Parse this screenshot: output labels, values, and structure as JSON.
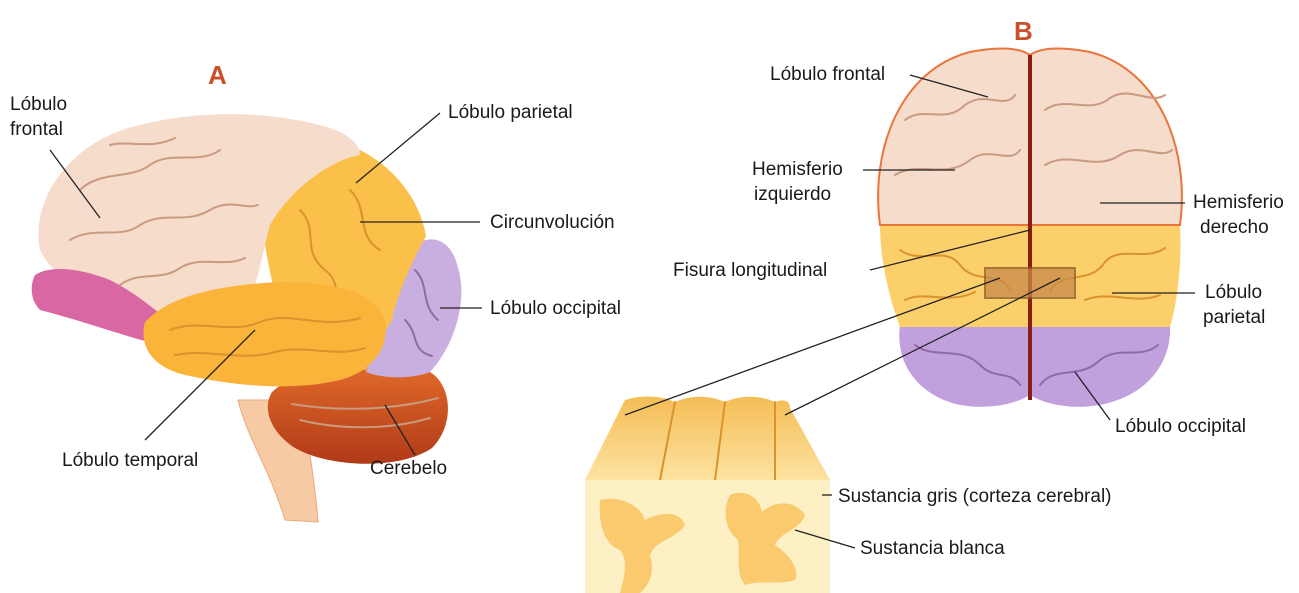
{
  "panels": {
    "a_letter": "A",
    "b_letter": "B"
  },
  "labels_a": {
    "frontal_line1": "Lóbulo",
    "frontal_line2": "frontal",
    "parietal": "Lóbulo parietal",
    "convolution": "Circunvolución",
    "occipital": "Lóbulo occipital",
    "temporal": "Lóbulo temporal",
    "cerebellum": "Cerebelo"
  },
  "labels_b": {
    "frontal": "Lóbulo frontal",
    "left_hemisphere_line1": "Hemisferio",
    "left_hemisphere_line2": "izquierdo",
    "right_hemisphere_line1": "Hemisferio",
    "right_hemisphere_line2": "derecho",
    "longitudinal_fissure": "Fisura longitudinal",
    "parietal_line1": "Lóbulo",
    "parietal_line2": "parietal",
    "occipital": "Lóbulo occipital"
  },
  "labels_section": {
    "gray_matter": "Sustancia gris (corteza cerebral)",
    "white_matter": "Sustancia blanca"
  },
  "colors": {
    "frontal": "#f6dccb",
    "parietal": "#fbc04a",
    "temporal": "#fbb43a",
    "occipital": "#c9aee0",
    "cerebellum": "#c8441e",
    "brainstem": "#f6caa4",
    "accent": "#c8502a"
  }
}
